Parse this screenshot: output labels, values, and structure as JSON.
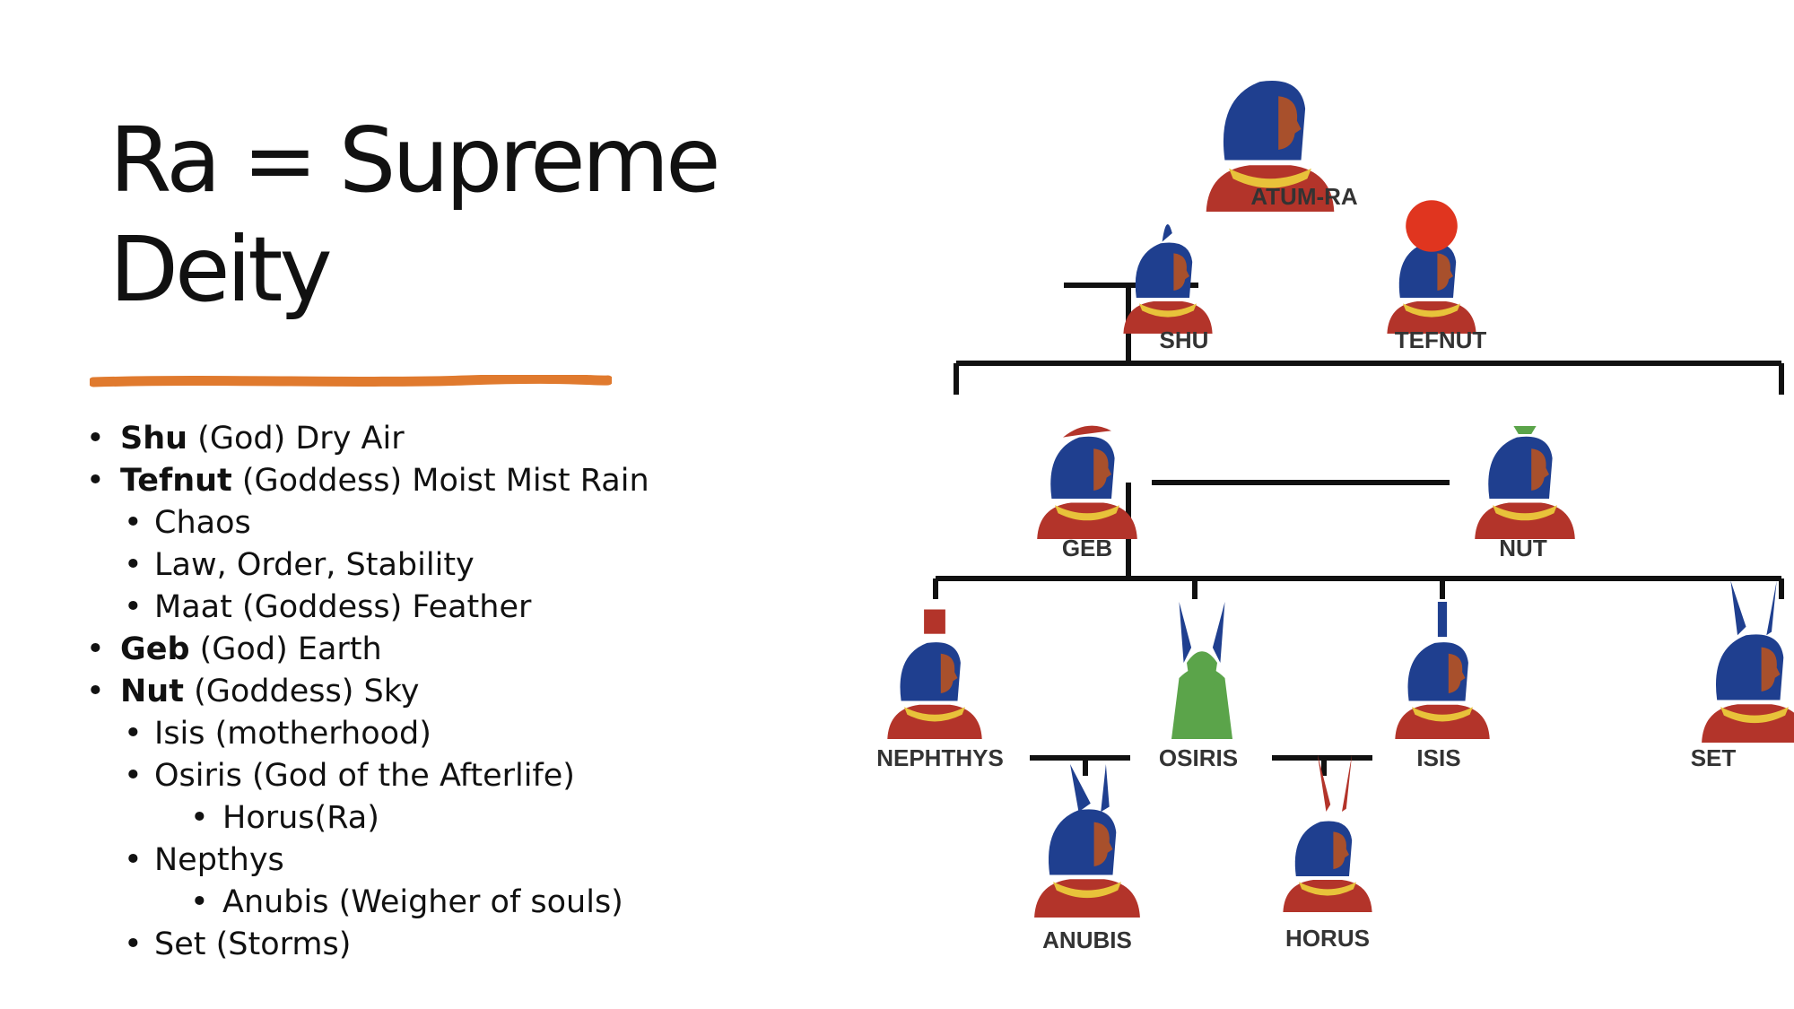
{
  "slide": {
    "title_line1": "Ra = Supreme",
    "title_line2": "Deity",
    "accent_color": "#E07A2E",
    "bullets": [
      {
        "level": 1,
        "bold": "Shu",
        "text": " (God) Dry Air"
      },
      {
        "level": 1,
        "bold": "Tefnut",
        "text": " (Goddess) Moist Mist Rain"
      },
      {
        "level": 2,
        "bold": "",
        "text": "Chaos"
      },
      {
        "level": 2,
        "bold": "",
        "text": "Law, Order, Stability"
      },
      {
        "level": 2,
        "bold": "",
        "text": "Maat (Goddess) Feather"
      },
      {
        "level": 1,
        "bold": "Geb",
        "text": " (God) Earth"
      },
      {
        "level": 1,
        "bold": "Nut",
        "text": " (Goddess) Sky"
      },
      {
        "level": 2,
        "bold": "",
        "text": "Isis (motherhood)"
      },
      {
        "level": 2,
        "bold": "",
        "text": "Osiris (God of the Afterlife)"
      },
      {
        "level": 3,
        "bold": "",
        "text": "Horus(Ra)"
      },
      {
        "level": 2,
        "bold": "",
        "text": "Nepthys"
      },
      {
        "level": 3,
        "bold": "",
        "text": "Anubis (Weigher of souls)"
      },
      {
        "level": 2,
        "bold": "",
        "text": "Set (Storms)"
      }
    ]
  },
  "family_tree": {
    "labels": {
      "atum_ra": "ATUM-RA",
      "shu": "SHU",
      "tefnut": "TEFNUT",
      "geb": "GEB",
      "nut": "NUT",
      "nephthys": "NEPHTHYS",
      "osiris": "OSIRIS",
      "isis": "ISIS",
      "set": "SET",
      "anubis": "ANUBIS",
      "horus": "HORUS"
    },
    "colors": {
      "headdress_blue": "#1F3F8F",
      "robe_red": "#B3342A",
      "skin_brown": "#A8502C",
      "gold": "#E8C23A",
      "sun_red": "#E0351F",
      "osiris_green": "#5BA44A",
      "line": "#111111"
    }
  }
}
